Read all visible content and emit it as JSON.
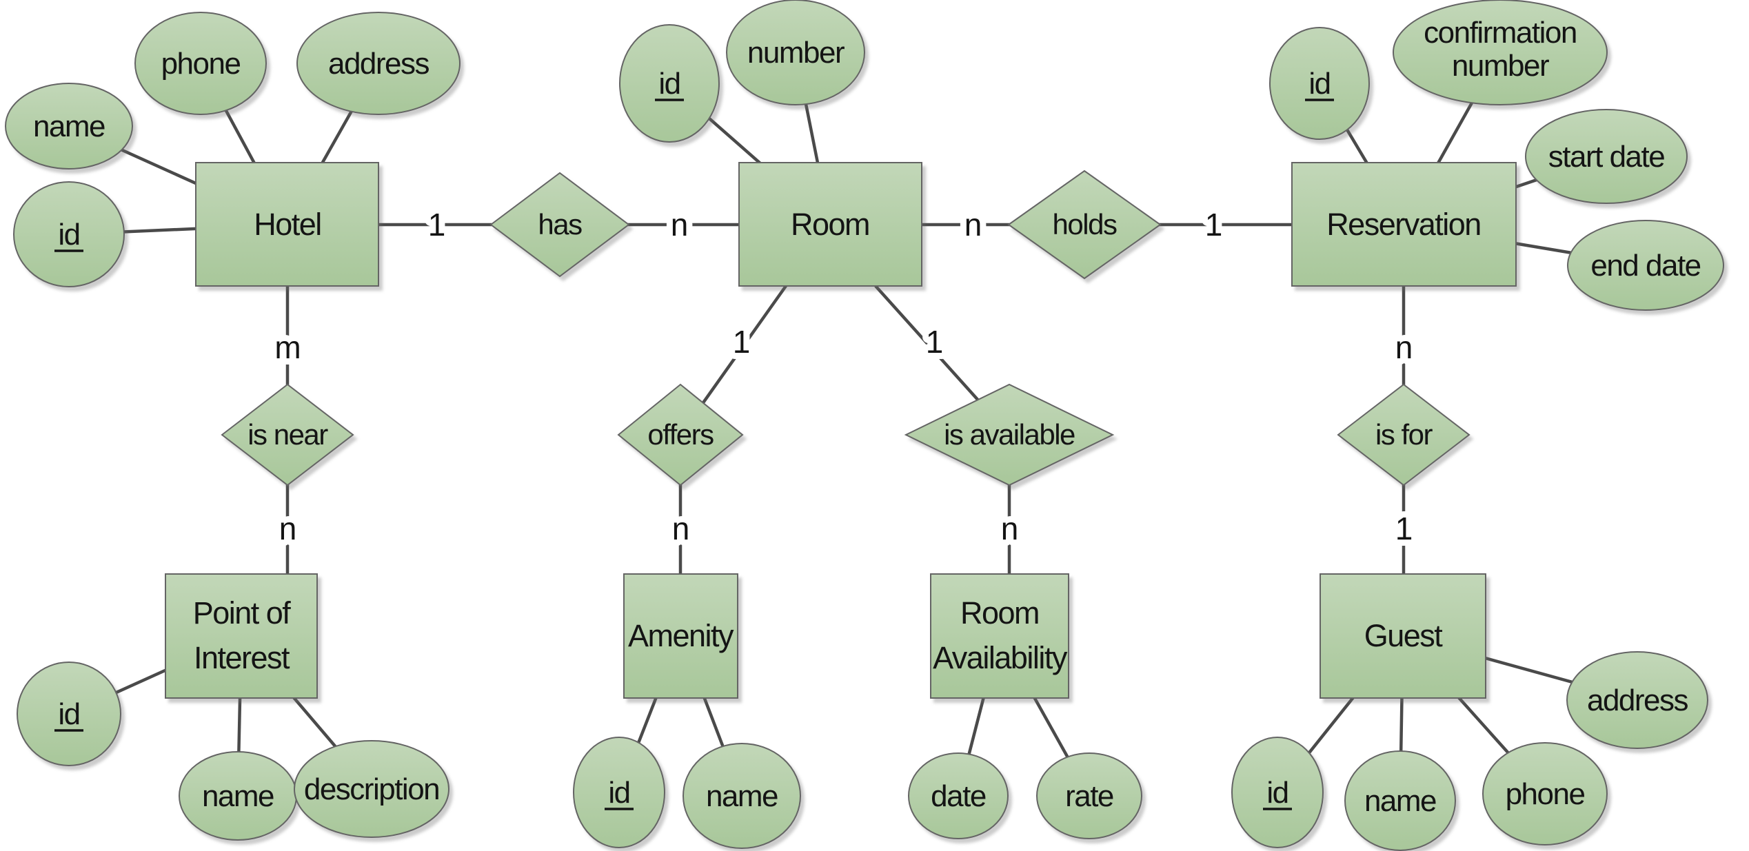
{
  "er": {
    "colors": {
      "shape_fill_top": "#c2d7b8",
      "shape_fill_bottom": "#a8c79a",
      "shape_stroke": "#646464",
      "connector": "#4a4a4a",
      "text": "#141414",
      "background": "#ffffff"
    },
    "entities": {
      "hotel": {
        "label": "Hotel"
      },
      "room": {
        "label": "Room"
      },
      "reservation": {
        "label": "Reservation"
      },
      "poi": {
        "label": "Point of Interest",
        "lines": [
          "Point of",
          "Interest"
        ]
      },
      "amenity": {
        "label": "Amenity"
      },
      "room_availability": {
        "label": "Room Availability",
        "lines": [
          "Room",
          "Availability"
        ]
      },
      "guest": {
        "label": "Guest"
      }
    },
    "relationships": {
      "has": {
        "label": "has",
        "between": [
          "Hotel",
          "Room"
        ],
        "cardinalities": [
          "1",
          "n"
        ]
      },
      "holds": {
        "label": "holds",
        "between": [
          "Room",
          "Reservation"
        ],
        "cardinalities": [
          "n",
          "1"
        ]
      },
      "is_near": {
        "label": "is near",
        "between": [
          "Hotel",
          "Point of Interest"
        ],
        "cardinalities": [
          "m",
          "n"
        ]
      },
      "offers": {
        "label": "offers",
        "between": [
          "Room",
          "Amenity"
        ],
        "cardinalities": [
          "1",
          "n"
        ]
      },
      "is_available": {
        "label": "is available",
        "between": [
          "Room",
          "Room Availability"
        ],
        "cardinalities": [
          "1",
          "n"
        ]
      },
      "is_for": {
        "label": "is for",
        "between": [
          "Reservation",
          "Guest"
        ],
        "cardinalities": [
          "n",
          "1"
        ]
      }
    },
    "attributes": {
      "hotel": [
        {
          "label": "id",
          "primary_key": true
        },
        {
          "label": "name"
        },
        {
          "label": "phone"
        },
        {
          "label": "address"
        }
      ],
      "room": [
        {
          "label": "id",
          "primary_key": true
        },
        {
          "label": "number"
        }
      ],
      "reservation": [
        {
          "label": "id",
          "primary_key": true
        },
        {
          "label": "confirmation number",
          "lines": [
            "confirmation",
            "number"
          ]
        },
        {
          "label": "start date"
        },
        {
          "label": "end date"
        }
      ],
      "poi": [
        {
          "label": "id",
          "primary_key": true
        },
        {
          "label": "name"
        },
        {
          "label": "description"
        }
      ],
      "amenity": [
        {
          "label": "id",
          "primary_key": true
        },
        {
          "label": "name"
        }
      ],
      "room_availability": [
        {
          "label": "date"
        },
        {
          "label": "rate"
        }
      ],
      "guest": [
        {
          "label": "id",
          "primary_key": true
        },
        {
          "label": "name"
        },
        {
          "label": "phone"
        },
        {
          "label": "address"
        }
      ]
    }
  }
}
